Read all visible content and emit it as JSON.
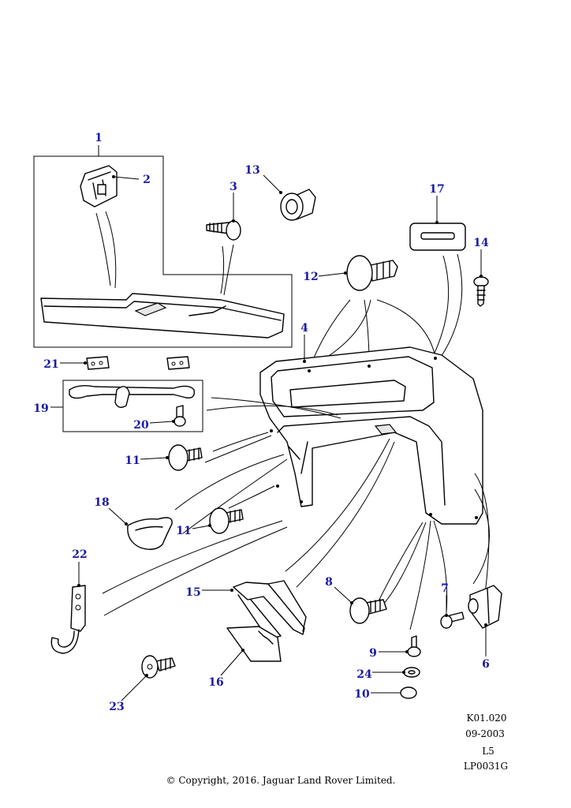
{
  "callouts": {
    "c1": "1",
    "c2": "2",
    "c3": "3",
    "c4": "4",
    "c6": "6",
    "c7": "7",
    "c8": "8",
    "c9": "9",
    "c10": "10",
    "c11a": "11",
    "c11b": "11",
    "c12": "12",
    "c13": "13",
    "c14": "14",
    "c15": "15",
    "c16": "16",
    "c17": "17",
    "c18": "18",
    "c19": "19",
    "c20": "20",
    "c21": "21",
    "c22": "22",
    "c23": "23",
    "c24": "24"
  },
  "meta": {
    "ref": "K01.020",
    "date": "09-2003",
    "level": "L5",
    "code": "LP0031G"
  },
  "copyright": "© Copyright, 2016. Jaguar Land Rover Limited."
}
